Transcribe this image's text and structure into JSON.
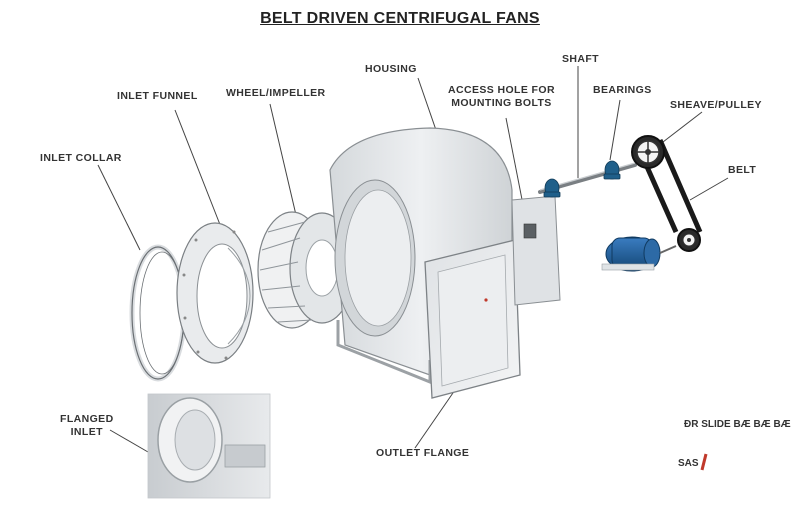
{
  "title": "BELT DRIVEN CENTRIFUGAL FANS",
  "labels": {
    "inlet_collar": "INLET COLLAR",
    "inlet_funnel": "INLET FUNNEL",
    "wheel_impeller": "WHEEL/IMPELLER",
    "housing": "HOUSING",
    "access_hole_line1": "ACCESS HOLE FOR",
    "access_hole_line2": "MOUNTING BOLTS",
    "shaft": "SHAFT",
    "bearings": "BEARINGS",
    "sheave_pulley": "SHEAVE/PULLEY",
    "belt": "BELT",
    "flanged_inlet_line1": "FLANGED",
    "flanged_inlet_line2": "INLET",
    "outlet_flange": "OUTLET FLANGE"
  },
  "misc_text": {
    "slide_text": "ÐR SLIDE BÆ BÆ BÆ",
    "fragment": "SAS"
  },
  "colors": {
    "housing": "#e4e7ea",
    "motor": "#1f5f9a",
    "bearing": "#1f5f8a",
    "belt": "#1a1a1a",
    "accent": "#c0392b"
  }
}
